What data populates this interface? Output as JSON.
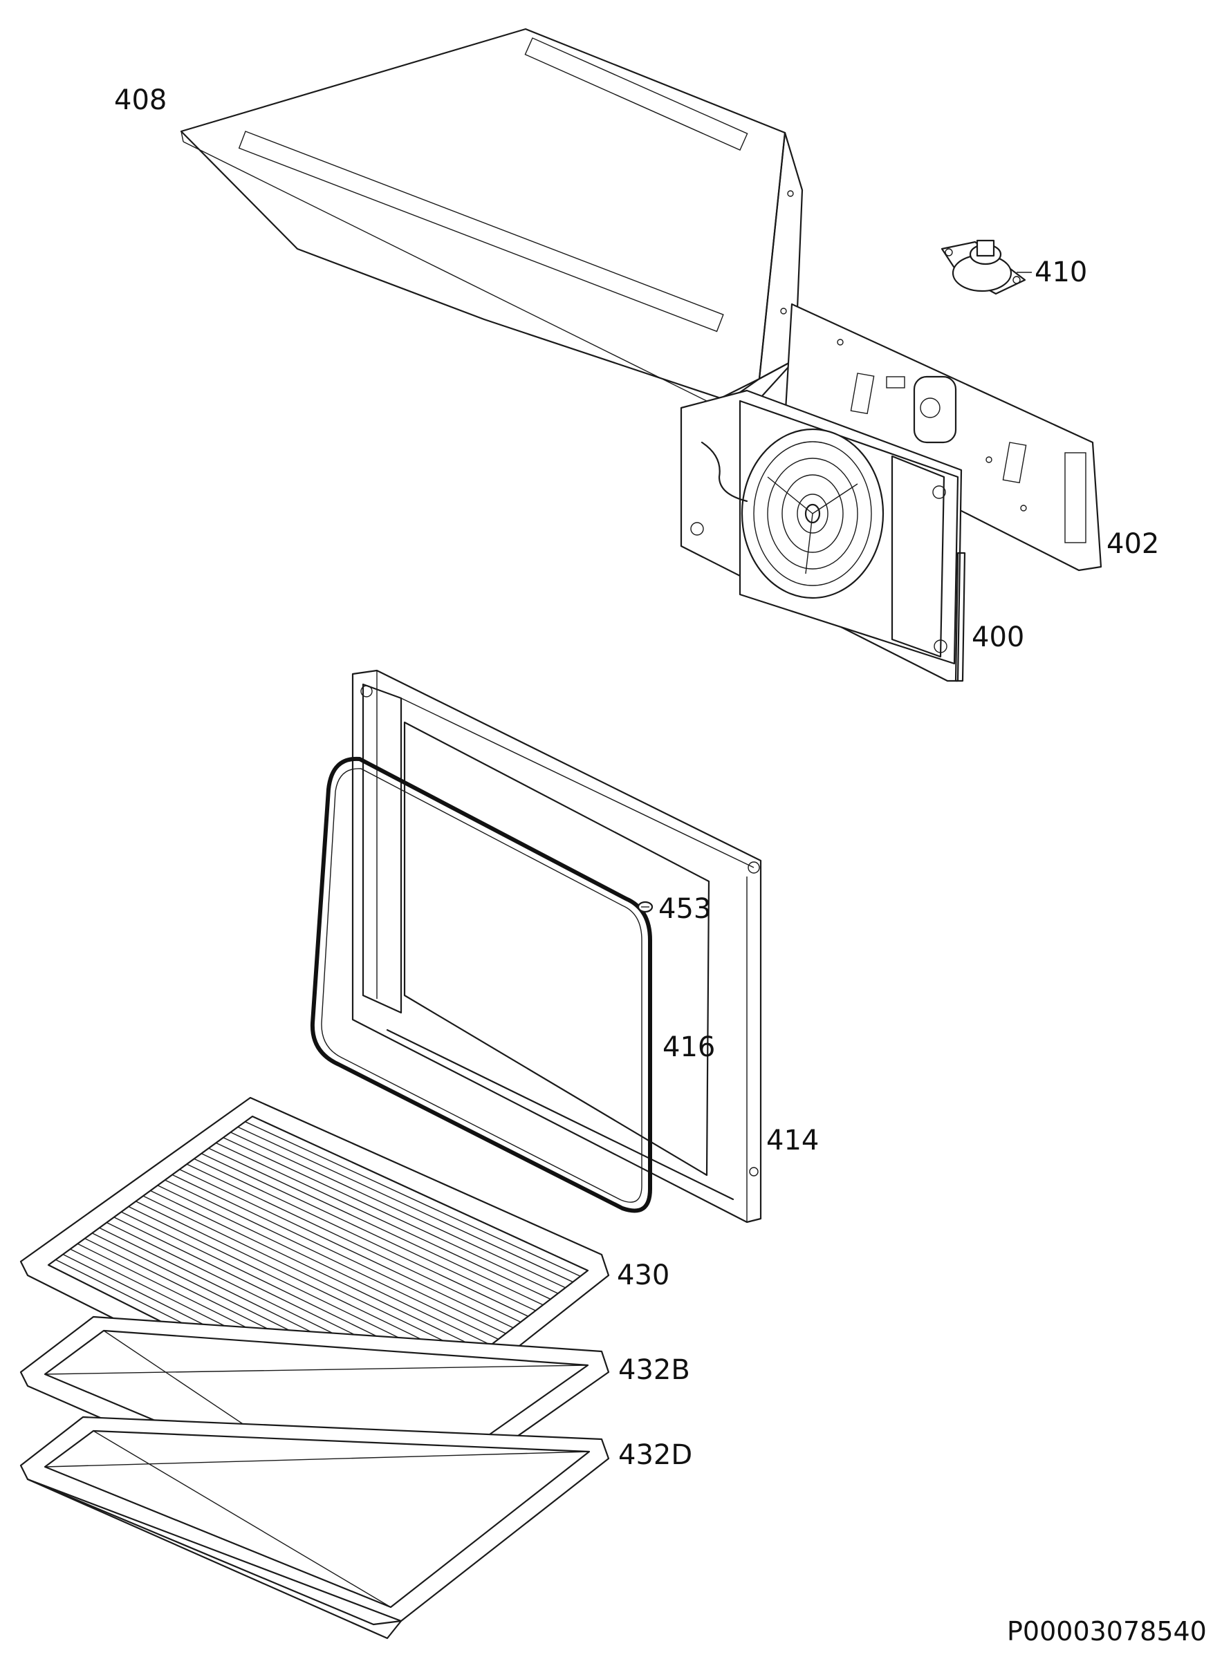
{
  "labels": {
    "p408": "408",
    "p410": "410",
    "p402": "402",
    "p400": "400",
    "p453": "453",
    "p416": "416",
    "p414": "414",
    "p430": "430",
    "p432b": "432B",
    "p432d": "432D"
  },
  "document_code": "P00003078540",
  "colors": {
    "line": "#1a1a1a",
    "background": "#ffffff"
  }
}
